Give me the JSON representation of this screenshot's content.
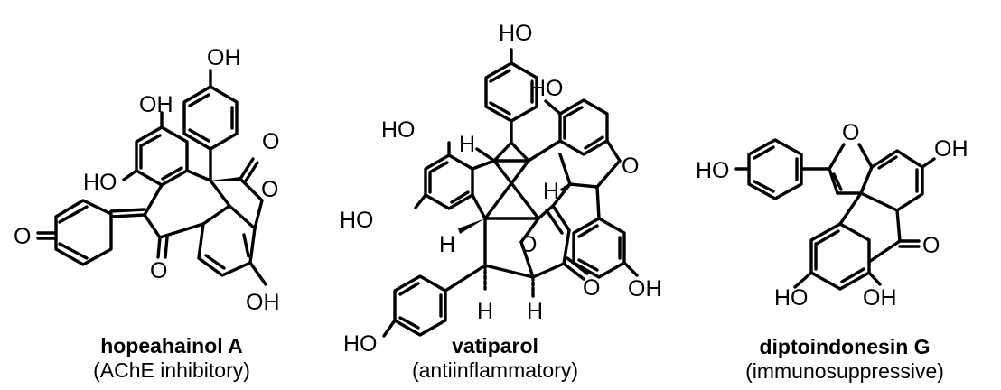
{
  "compounds": [
    {
      "name": "hopeahainol A",
      "activity": "(AChE inhibitory)",
      "atom_labels": [
        "OH",
        "OH",
        "O",
        "HO",
        "O",
        "O",
        "O",
        "OH"
      ]
    },
    {
      "name": "vatiparol",
      "activity": "(antiinflammatory)",
      "atom_labels": [
        "HO",
        "HO",
        "HO",
        "H",
        "O",
        "H",
        "HO",
        "H",
        "O",
        "O",
        "OH",
        "H",
        "H",
        "HO"
      ]
    },
    {
      "name": "diptoindonesin G",
      "activity": "(immunosuppressive)",
      "atom_labels": [
        "O",
        "OH",
        "HO",
        "O",
        "HO",
        "OH"
      ]
    }
  ]
}
